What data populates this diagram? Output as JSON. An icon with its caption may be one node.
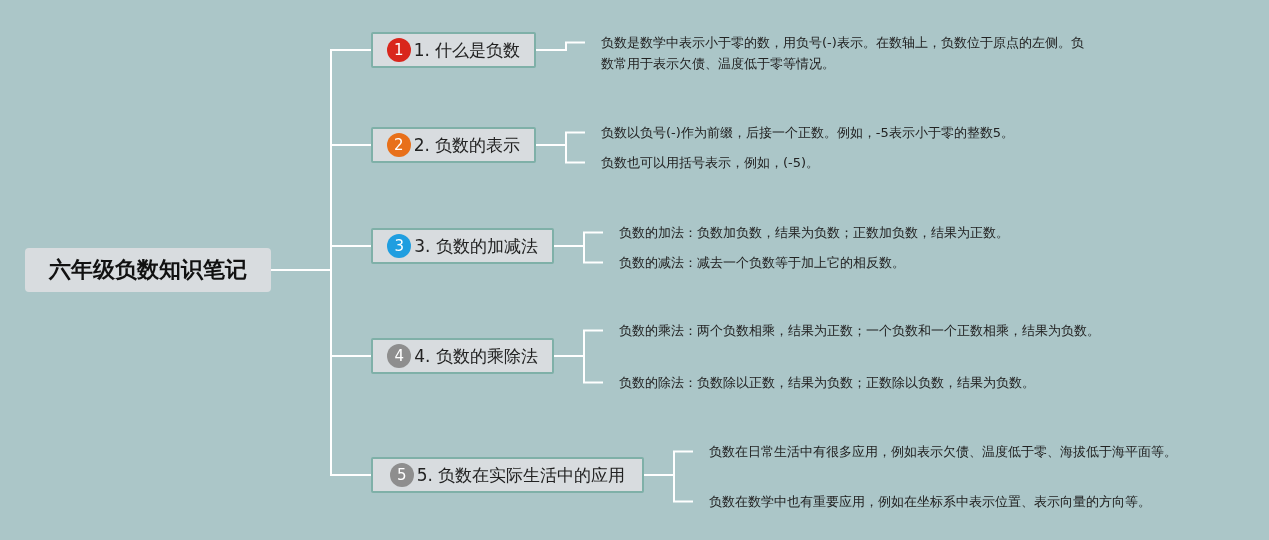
{
  "diagram": {
    "nodes": [
      {
        "text": [
          "六年级负数知识笔记"
        ]
      },
      {
        "text": [
          "1",
          "1. 什么是负数"
        ]
      },
      {
        "text": [
          "2",
          "2. 负数的表示"
        ]
      },
      {
        "text": [
          "3",
          "3. 负数的加减法"
        ]
      },
      {
        "text": [
          "4",
          "4. 负数的乘除法"
        ]
      },
      {
        "text": [
          "5",
          "5. 负数在实际生活中的应用"
        ]
      },
      {
        "text": [
          "负数是数学中表示小于零的数，用负号(-)表示。在数轴上，负数位于原点的左侧。负数常用于表示欠债、温度低于零等情况。"
        ]
      },
      {
        "text": [
          "负数以负号(-)作为前缀，后接一个正数。例如，-5表示小于零的整数5。"
        ]
      },
      {
        "text": [
          "负数也可以用括号表示，例如，(-5)。"
        ]
      },
      {
        "text": [
          "负数的加法：负数加负数，结果为负数；正数加负数，结果为正数。"
        ]
      },
      {
        "text": [
          "负数的减法：减去一个负数等于加上它的相反数。"
        ]
      },
      {
        "text": [
          "负数的乘法：两个负数相乘，结果为正数；一个负数和一个正数相乘，结果为负数。"
        ]
      },
      {
        "text": [
          "负数的除法：负数除以正数，结果为负数；正数除以负数，结果为负数。"
        ]
      },
      {
        "text": [
          "负数在日常生活中有很多应用，例如表示欠债、温度低于零、海拔低于海平面等。"
        ]
      },
      {
        "text": [
          "负数在数学中也有重要应用，例如在坐标系中表示位置、表示向量的方向等。"
        ]
      }
    ],
    "edges": [
      {
        "from": 0,
        "to": 1,
        "arrow": "none"
      },
      {
        "from": 0,
        "to": 2,
        "arrow": "none"
      },
      {
        "from": 0,
        "to": 3,
        "arrow": "none"
      },
      {
        "from": 0,
        "to": 4,
        "arrow": "none"
      },
      {
        "from": 0,
        "to": 5,
        "arrow": "none"
      },
      {
        "from": 1,
        "to": 6,
        "arrow": "none"
      },
      {
        "from": 2,
        "to": 7,
        "arrow": "none"
      },
      {
        "from": 2,
        "to": 8,
        "arrow": "none"
      },
      {
        "from": 3,
        "to": 9,
        "arrow": "none"
      },
      {
        "from": 3,
        "to": 10,
        "arrow": "none"
      },
      {
        "from": 4,
        "to": 11,
        "arrow": "none"
      },
      {
        "from": 4,
        "to": 12,
        "arrow": "none"
      },
      {
        "from": 5,
        "to": 13,
        "arrow": "none"
      },
      {
        "from": 5,
        "to": 14,
        "arrow": "none"
      }
    ]
  }
}
